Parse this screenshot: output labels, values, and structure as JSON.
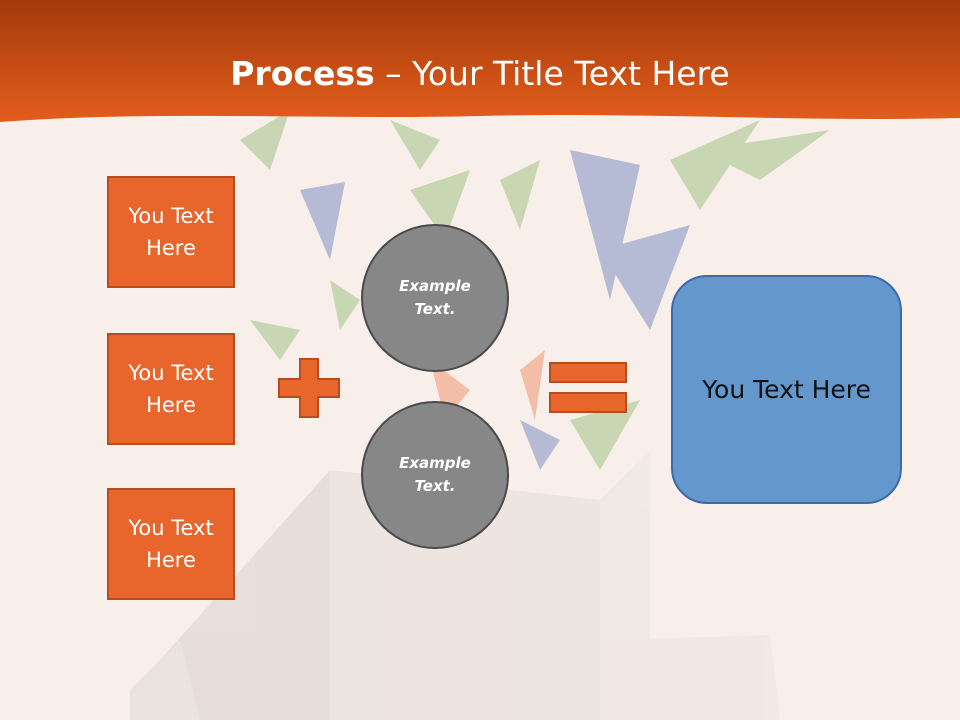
{
  "title": {
    "bold": "Process",
    "rest": " – Your Title Text Here"
  },
  "inputs": [
    {
      "label": "You Text Here"
    },
    {
      "label": "You Text Here"
    },
    {
      "label": "You Text Here"
    }
  ],
  "circles": [
    {
      "label": "Example Text."
    },
    {
      "label": "Example Text."
    }
  ],
  "result": {
    "label": "You Text Here"
  },
  "colors": {
    "header": "#d75516",
    "accent": "#e8652c",
    "circle": "#878787",
    "result": "#6497cc"
  }
}
